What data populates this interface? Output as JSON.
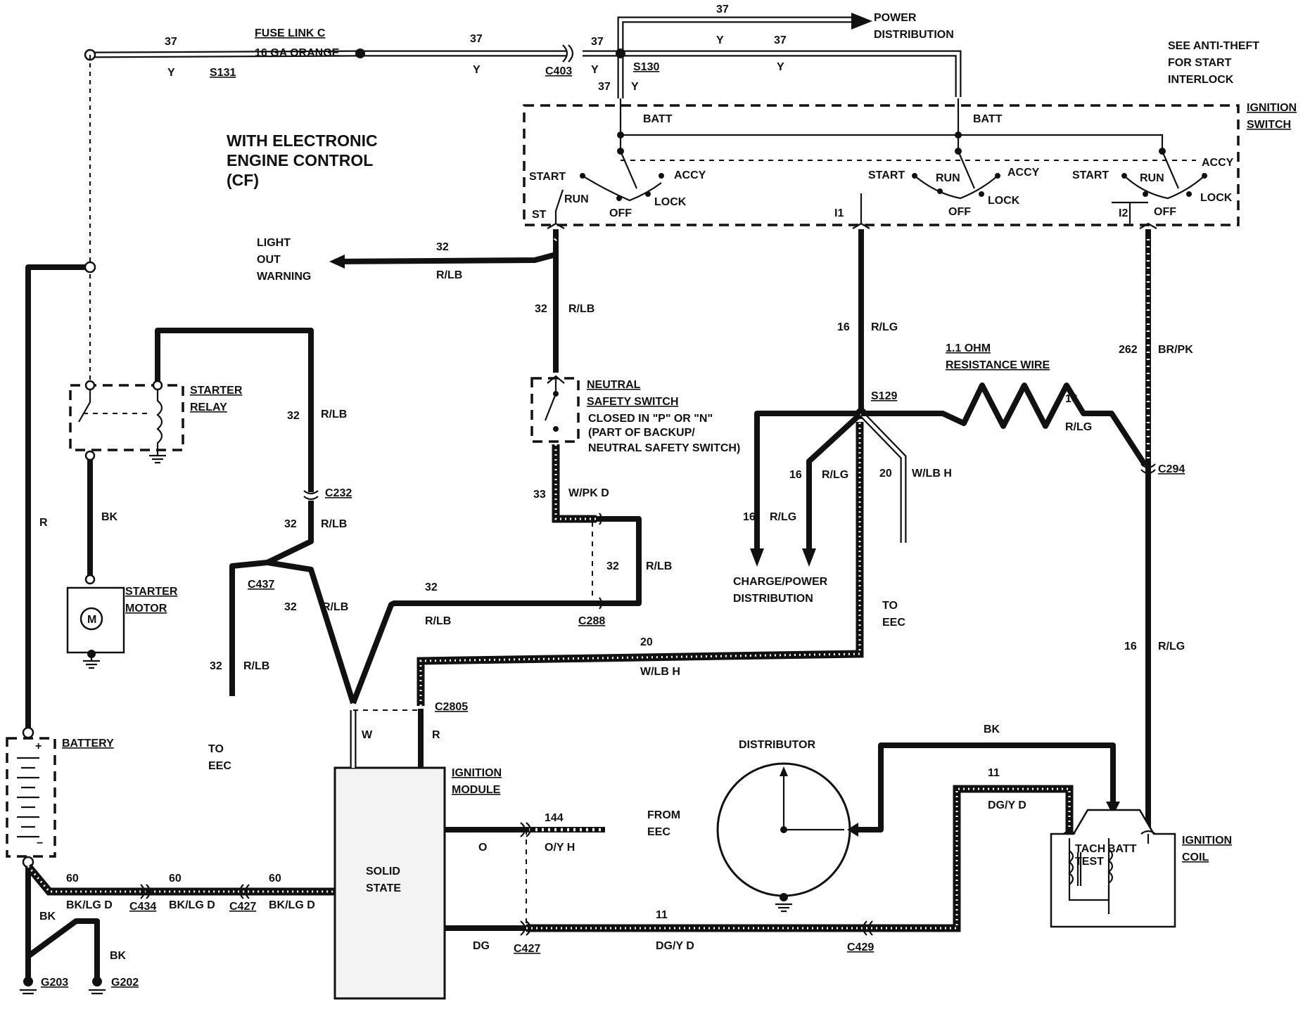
{
  "title": {
    "line1": "WITH ELECTRONIC",
    "line2": "ENGINE CONTROL",
    "line3": "(CF)"
  },
  "labels": {
    "fuse_link_line1": "FUSE LINK C",
    "fuse_link_line2": "16 GA ORANGE",
    "s131": "S131",
    "c403": "C403",
    "s130": "S130",
    "power_dist_line1": "POWER",
    "power_dist_line2": "DISTRIBUTION",
    "anti_theft_line1": "SEE ANTI-THEFT",
    "anti_theft_line2": "FOR START",
    "anti_theft_line3": "INTERLOCK",
    "ign_switch_line1": "IGNITION",
    "ign_switch_line2": "SWITCH",
    "batt": "BATT",
    "start": "START",
    "run": "RUN",
    "accy": "ACCY",
    "lock": "LOCK",
    "off": "OFF",
    "st": "ST",
    "i1": "I1",
    "i2": "I2",
    "light_out_line1": "LIGHT",
    "light_out_line2": "OUT",
    "light_out_line3": "WARNING",
    "starter_relay_line1": "STARTER",
    "starter_relay_line2": "RELAY",
    "neutral_line1": "NEUTRAL",
    "neutral_line2": "SAFETY SWITCH",
    "neutral_line3": "CLOSED IN \"P\" OR \"N\"",
    "neutral_line4": "(PART OF BACKUP/",
    "neutral_line5": "NEUTRAL SAFETY SWITCH)",
    "s129": "S129",
    "resistance_line1": "1.1 OHM",
    "resistance_line2": "RESISTANCE WIRE",
    "c294": "C294",
    "c232": "C232",
    "c437": "C437",
    "c288": "C288",
    "c2805": "C2805",
    "starter_motor_line1": "STARTER",
    "starter_motor_line2": "MOTOR",
    "motor_m": "M",
    "charge_line1": "CHARGE/POWER",
    "charge_line2": "DISTRIBUTION",
    "to_eec_a1": "TO",
    "to_eec_a2": "EEC",
    "to_eec_b1": "TO",
    "to_eec_b2": "EEC",
    "from_eec1": "FROM",
    "from_eec2": "EEC",
    "battery": "BATTERY",
    "plus": "+",
    "minus": "−",
    "ign_module_line1": "IGNITION",
    "ign_module_line2": "MODULE",
    "solid_state_line1": "SOLID",
    "solid_state_line2": "STATE",
    "distributor": "DISTRIBUTOR",
    "ign_coil_line1": "IGNITION",
    "ign_coil_line2": "COIL",
    "tach_line1": "TACH",
    "tach_line2": "TEST",
    "coil_batt": "BATT",
    "c434": "C434",
    "c427a": "C427",
    "c427b": "C427",
    "c429": "C429",
    "g203": "G203",
    "g202": "G202"
  },
  "wires": {
    "w37a": "37",
    "w37a_c": "Y",
    "w37b": "37",
    "w37b_c": "Y",
    "w37c": "37",
    "w37c_c": "Y",
    "w37d": "37",
    "w37d_c": "Y",
    "w37top": "37",
    "w37e": "37",
    "w37e_c": "Y",
    "w32a": "32",
    "w32a_c": "R/LB",
    "w32b": "32",
    "w32b_c": "R/LB",
    "w32c": "32",
    "w32c_c": "R/LB",
    "w32d": "32",
    "w32d_c": "R/LB",
    "w32e": "32",
    "w32e_c": "R/LB",
    "w32f": "32",
    "w32f_c": "R/LB",
    "w32g": "32",
    "w32g_c": "R/LB",
    "w32h": "32",
    "w32h_c": "R/LB",
    "w33": "33",
    "w33_c": "W/PK D",
    "w16a": "16",
    "w16a_c": "R/LG",
    "w16b": "16",
    "w16b_c": "R/LG",
    "w16c": "16",
    "w16c_c": "R/LG",
    "w16d": "16",
    "w16d_c": "R/LG",
    "w16e": "16",
    "w16e_c": "R/LG",
    "w20a": "20",
    "w20a_c": "W/LB H",
    "w20b": "20",
    "w20b_c": "W/LB H",
    "w262": "262",
    "w262_c": "BR/PK",
    "wR": "R",
    "wBK1": "BK",
    "wW": "W",
    "wR2": "R",
    "wBK2": "BK",
    "w11a": "11",
    "w11a_c": "DG/Y D",
    "w144": "144",
    "w144_c": "O/Y H",
    "wO": "O",
    "wDG": "DG",
    "w11b": "11",
    "w11b_c": "DG/Y D",
    "w60a": "60",
    "w60a_c": "BK/LG D",
    "w60b": "60",
    "w60b_c": "BK/LG D",
    "w60c": "60",
    "w60c_c": "BK/LG D",
    "wBK3": "BK",
    "wBK4": "BK"
  }
}
